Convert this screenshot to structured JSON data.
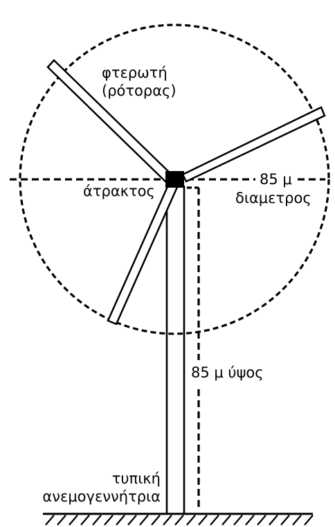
{
  "labels": {
    "blade_line1": "φτερωτή",
    "blade_line2": "(ρότορας)",
    "hub": "άτρακτος",
    "diameter_value": "85 μ",
    "diameter_word": "διαμετρος",
    "height": "85 μ ύψος",
    "caption_line1": "τυπική",
    "caption_line2": "ανεμογεννήτρια"
  },
  "colors": {
    "ink": "#000000",
    "background": "#ffffff"
  }
}
